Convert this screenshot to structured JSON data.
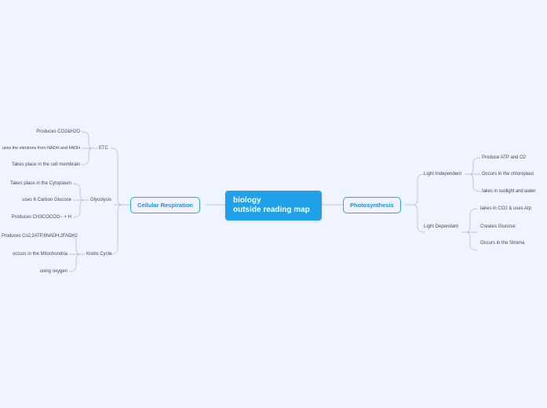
{
  "canvas": {
    "background": "#f0f4fe",
    "edge_color": "#b9c4dc",
    "accent": "#21a1e8",
    "branch_border": "#34a3ea",
    "branch_text": "#1b8ede",
    "leaf_text": "#3d4a63"
  },
  "root": {
    "line1": "biology",
    "line2": "outside reading map"
  },
  "branches": [
    {
      "id": "cellular-respiration",
      "label": "Cellular Respiration",
      "side": "left",
      "children": [
        {
          "id": "etc",
          "label": "ETC",
          "leaves": [
            "Produces CO2&H2O",
            "uses the electrons from NADH and FADH",
            "Takes place in the cell membrain"
          ]
        },
        {
          "id": "glycolysis",
          "label": "Glycolysis",
          "leaves": [
            "Takes place in the Cytoplasm",
            "uses 6 Carbon Glucose",
            "Produces CH3COCOO− + H"
          ]
        },
        {
          "id": "krebs-cycle",
          "label": "Krebs Cycle",
          "leaves": [
            "Produces Co2,2ATP,6NADH,2FADH2",
            "occurs in the Mitochondria",
            "using oxygen"
          ]
        }
      ]
    },
    {
      "id": "photosynthesis",
      "label": "Photosynthesis",
      "side": "right",
      "children": [
        {
          "id": "light-independent",
          "label": "Light Independent",
          "leaves": [
            "Produce ATP and O2",
            "Occurs in the chloroplast",
            "takes in sunlight and water"
          ]
        },
        {
          "id": "light-dependant",
          "label": "Light Dependant",
          "leaves": [
            "takes in CO2 & uses Atp",
            "Creates Glucose",
            "Occurs in the Stroma"
          ]
        }
      ]
    }
  ]
}
